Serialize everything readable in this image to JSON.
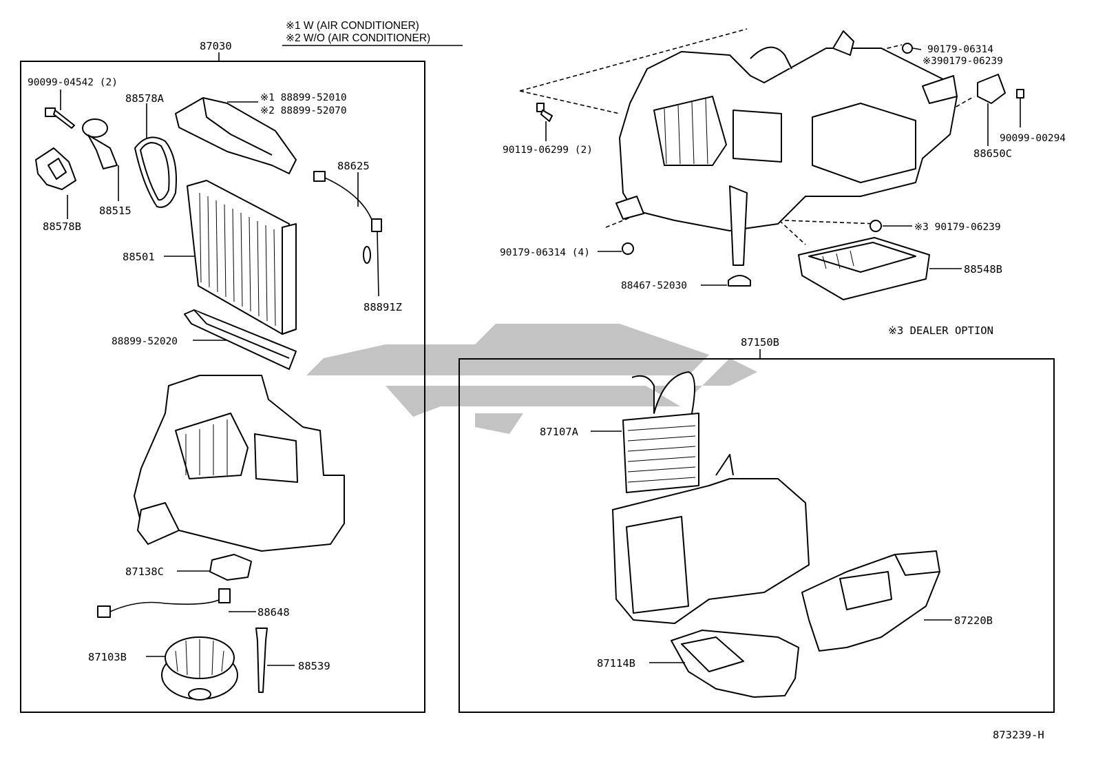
{
  "legend": {
    "line1": "※1 W (AIR CONDITIONER)",
    "line2": "※2 W/O (AIR CONDITIONER)"
  },
  "note": "※3 DEALER OPTION",
  "drawing_id": "873239-H",
  "assemblies": {
    "left": "87030",
    "right": "87150B"
  },
  "labels": {
    "p90099_04542": "90099-04542 (2)",
    "p88578A": "88578A",
    "p88899_52010": "※1 88899-52010",
    "p88899_52070": "※2 88899-52070",
    "p88625": "88625",
    "p88578B": "88578B",
    "p88515": "88515",
    "p88501": "88501",
    "p88891Z": "88891Z",
    "p88899_52020": "88899-52020",
    "p87138C": "87138C",
    "p88648": "88648",
    "p87103B": "87103B",
    "p88539": "88539",
    "p90179_06314_top": "90179-06314",
    "p390179_06239": "※390179-06239",
    "p90119_06299": "90119-06299 (2)",
    "p90099_00294": "90099-00294",
    "p88650C": "88650C",
    "p90179_06239": "※3  90179-06239",
    "p90179_06314_4": "90179-06314 (4)",
    "p88548B": "88548B",
    "p88467_52030": "88467-52030",
    "p87107A": "87107A",
    "p87220B": "87220B",
    "p87114B": "87114B"
  }
}
